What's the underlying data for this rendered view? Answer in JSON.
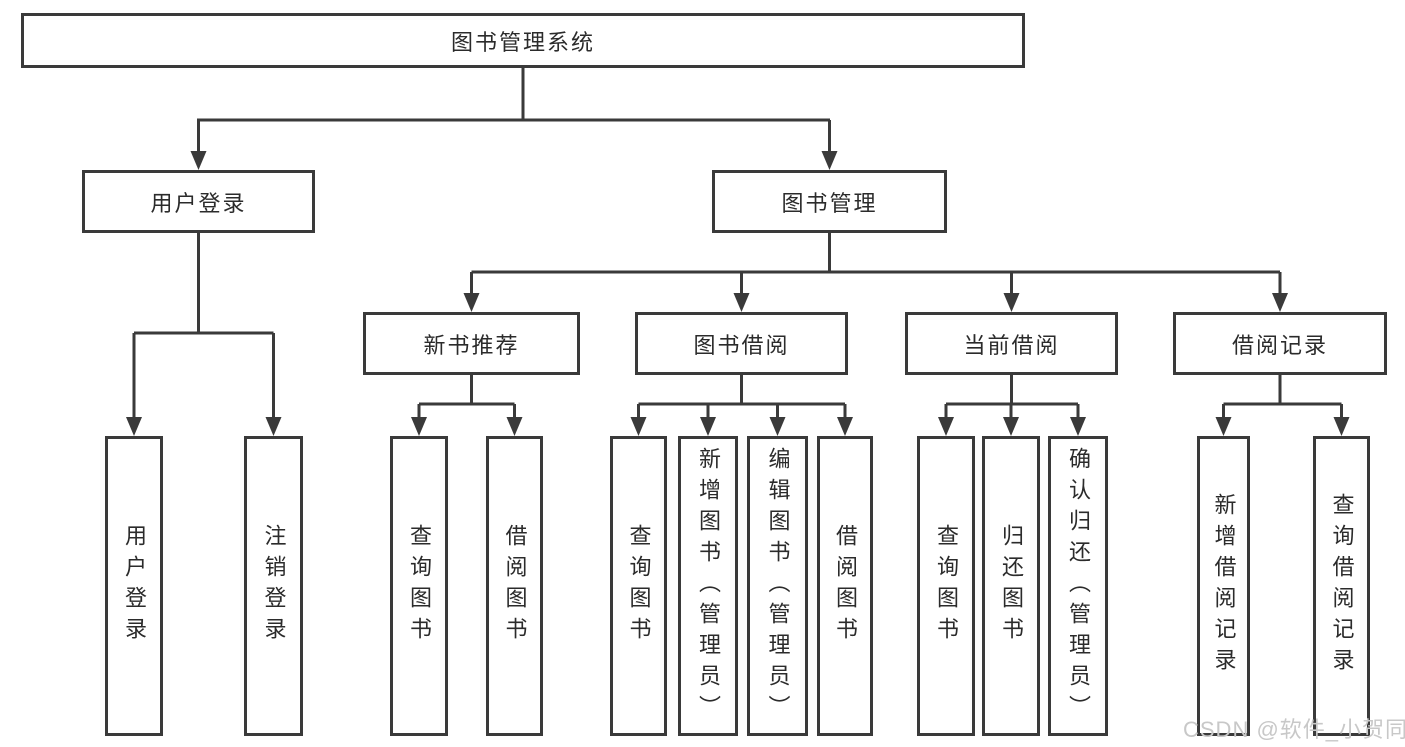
{
  "diagram": {
    "root": {
      "label": "图书管理系统"
    },
    "branches": [
      {
        "label": "用户登录",
        "children": [
          "用户登录",
          "注销登录"
        ]
      },
      {
        "label": "图书管理",
        "children": [
          {
            "label": "新书推荐",
            "children": [
              "查询图书",
              "借阅图书"
            ]
          },
          {
            "label": "图书借阅",
            "children": [
              "查询图书",
              "新增图书（管理员）",
              "编辑图书（管理员）",
              "借阅图书"
            ]
          },
          {
            "label": "当前借阅",
            "children": [
              "查询图书",
              "归还图书",
              "确认归还（管理员）"
            ]
          },
          {
            "label": "借阅记录",
            "children": [
              "新增借阅记录",
              "查询借阅记录"
            ]
          }
        ]
      }
    ]
  },
  "watermark": {
    "text": "CSDN @软件_小贺同学"
  },
  "colors": {
    "line": "#3a3a3a",
    "node_border": "#3a3a3a",
    "node_text": "#2b2b2b",
    "watermark_text": "#c8c8c8",
    "background": "#ffffff"
  }
}
